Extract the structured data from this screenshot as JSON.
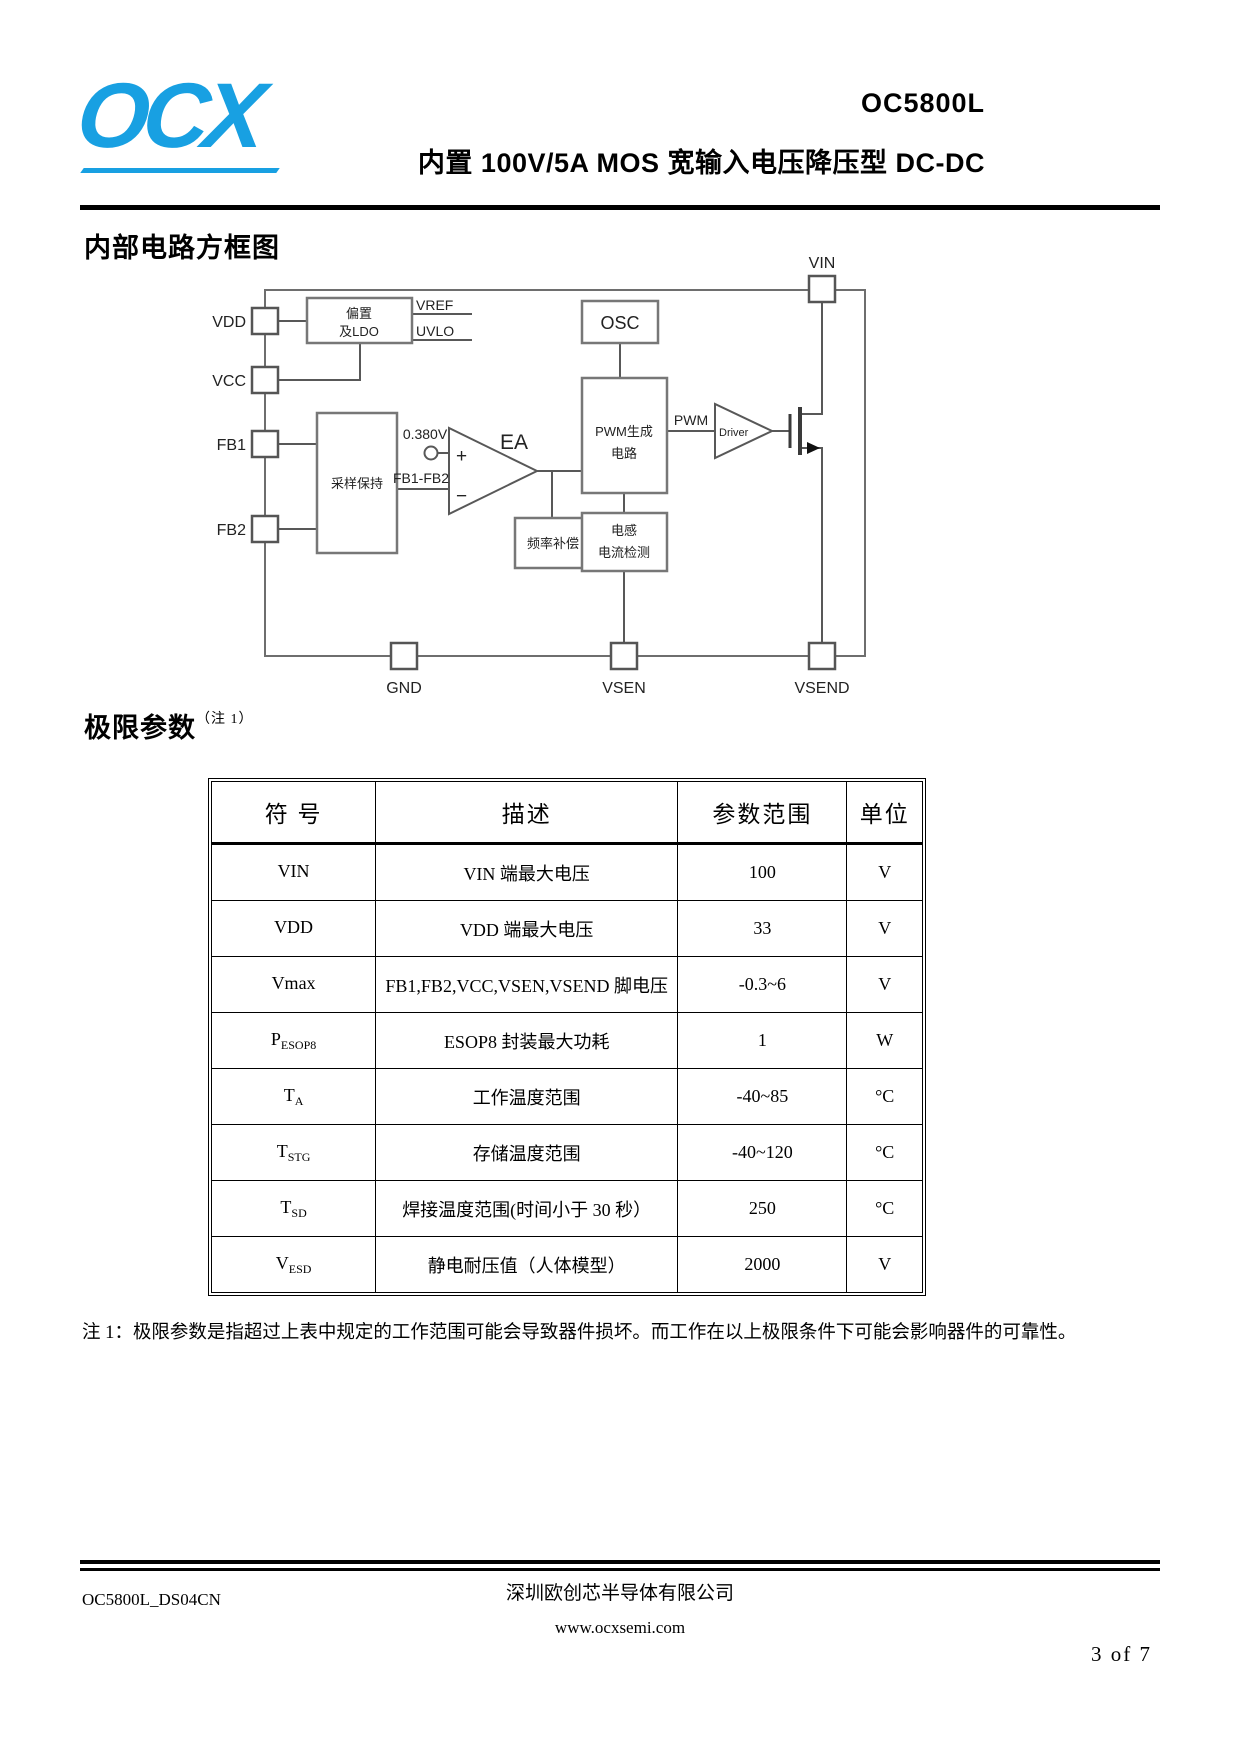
{
  "header": {
    "logo_text": "OCX",
    "part_number": "OC5800L",
    "subtitle": "内置 100V/5A MOS 宽输入电压降压型 DC-DC"
  },
  "sections": {
    "block_diagram_title": "内部电路方框图",
    "limits_title": "极限参数",
    "limits_title_note": "（注 1）"
  },
  "diagram": {
    "pins": {
      "vin": "VIN",
      "vdd": "VDD",
      "vcc": "VCC",
      "fb1": "FB1",
      "fb2": "FB2",
      "gnd": "GND",
      "vsen": "VSEN",
      "vsend": "VSEND"
    },
    "blocks": {
      "bias_line1": "偏置",
      "bias_line2": "及LDO",
      "vref": "VREF",
      "uvlo": "UVLO",
      "osc": "OSC",
      "sample_hold": "采样保持",
      "pwm_line1": "PWM生成",
      "pwm_line2": "电路",
      "freq_comp": "频率补偿",
      "ind_sense_line1": "电感",
      "ind_sense_line2": "电流检测",
      "driver": "Driver"
    },
    "labels": {
      "ref_voltage": "0.380V",
      "ea": "EA",
      "plus": "+",
      "minus": "−",
      "fb_diff": "FB1-FB2",
      "pwm_signal": "PWM"
    }
  },
  "limits_table": {
    "headers": [
      "符  号",
      "描述",
      "参数范围",
      "单位"
    ],
    "rows": [
      {
        "sym": "VIN",
        "sub": "",
        "desc": "VIN 端最大电压",
        "range": "100",
        "unit": "V"
      },
      {
        "sym": "VDD",
        "sub": "",
        "desc": "VDD 端最大电压",
        "range": "33",
        "unit": "V"
      },
      {
        "sym": "Vmax",
        "sub": "",
        "desc": "FB1,FB2,VCC,VSEN,VSEND 脚电压",
        "range": "-0.3~6",
        "unit": "V"
      },
      {
        "sym": "P",
        "sub": "ESOP8",
        "desc": "ESOP8 封装最大功耗",
        "range": "1",
        "unit": "W"
      },
      {
        "sym": "T",
        "sub": "A",
        "desc": "工作温度范围",
        "range": "-40~85",
        "unit": "°C"
      },
      {
        "sym": "T",
        "sub": "STG",
        "desc": "存储温度范围",
        "range": "-40~120",
        "unit": "°C"
      },
      {
        "sym": "T",
        "sub": "SD",
        "desc": "焊接温度范围(时间小于 30 秒）",
        "range": "250",
        "unit": "°C"
      },
      {
        "sym": "V",
        "sub": "ESD",
        "desc": "静电耐压值（人体模型）",
        "range": "2000",
        "unit": "V"
      }
    ]
  },
  "note": "注 1：极限参数是指超过上表中规定的工作范围可能会导致器件损坏。而工作在以上极限条件下可能会影响器件的可靠性。",
  "footer": {
    "doc_code": "OC5800L_DS04CN",
    "company": "深圳欧创芯半导体有限公司",
    "website": "www.ocxsemi.com",
    "page": "3  of  7"
  }
}
